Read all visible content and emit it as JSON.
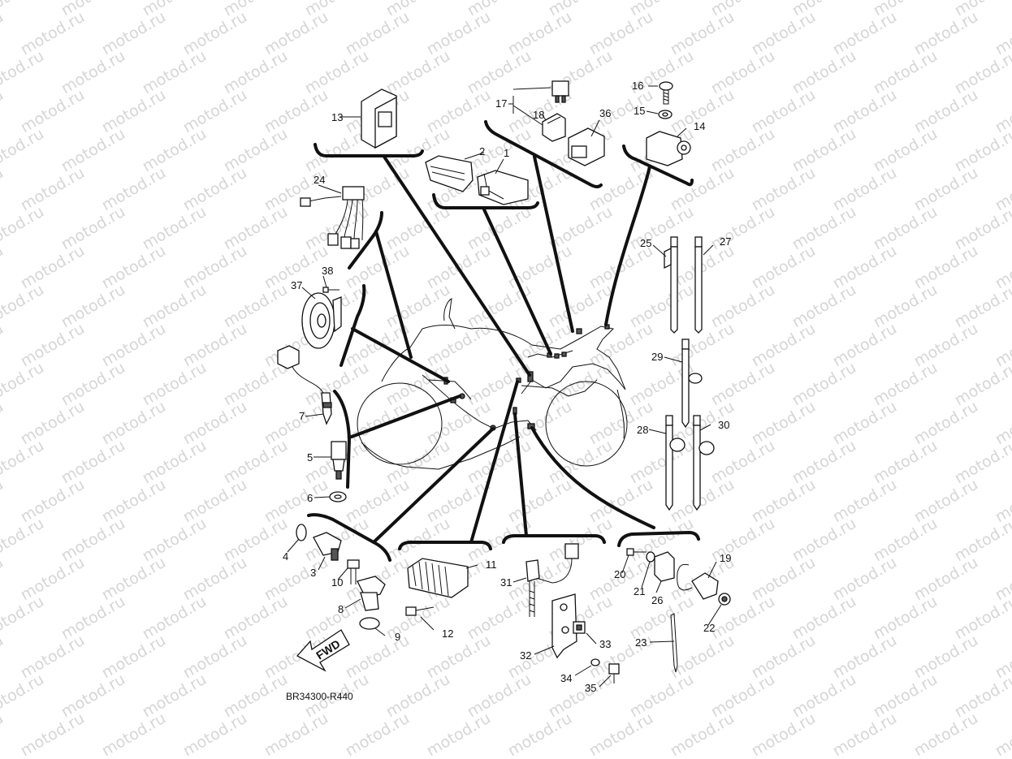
{
  "watermark": "motod.ru",
  "drawing_code": "BR34300-R440",
  "fwd_label": "FWD",
  "callouts": [
    "1",
    "2",
    "3",
    "4",
    "5",
    "6",
    "7",
    "8",
    "9",
    "10",
    "11",
    "12",
    "13",
    "14",
    "15",
    "16",
    "17",
    "18",
    "19",
    "20",
    "21",
    "22",
    "23",
    "24",
    "25",
    "26",
    "27",
    "28",
    "29",
    "30",
    "31",
    "32",
    "33",
    "34",
    "35",
    "36",
    "37",
    "38"
  ]
}
